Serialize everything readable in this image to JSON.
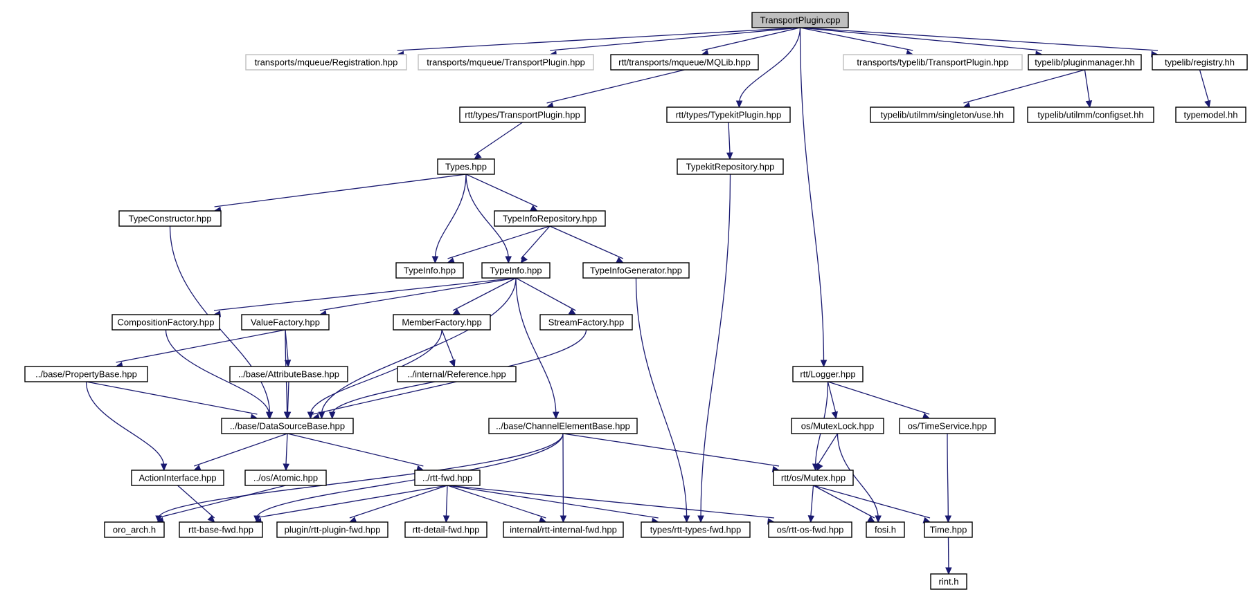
{
  "graph": {
    "title": "TransportPlugin.cpp",
    "colors": {
      "edge": "#191970",
      "node_border": "#000000",
      "node_border_external": "#bfbfbf",
      "root_fill": "#bfbfbf",
      "node_fill": "#ffffff",
      "external_text": "#555555"
    },
    "nodes": [
      {
        "id": "root",
        "label": "TransportPlugin.cpp",
        "kind": "root"
      },
      {
        "id": "mq_reg",
        "label": "transports/mqueue/Registration.hpp",
        "kind": "external"
      },
      {
        "id": "mq_tp",
        "label": "transports/mqueue/TransportPlugin.hpp",
        "kind": "external"
      },
      {
        "id": "mqlib",
        "label": "rtt/transports/mqueue/MQLib.hpp",
        "kind": "normal"
      },
      {
        "id": "tl_tp",
        "label": "transports/typelib/TransportPlugin.hpp",
        "kind": "external"
      },
      {
        "id": "pluginmgr",
        "label": "typelib/pluginmanager.hh",
        "kind": "normal"
      },
      {
        "id": "registry",
        "label": "typelib/registry.hh",
        "kind": "normal"
      },
      {
        "id": "types_tp",
        "label": "rtt/types/TransportPlugin.hpp",
        "kind": "normal"
      },
      {
        "id": "tk_plugin",
        "label": "rtt/types/TypekitPlugin.hpp",
        "kind": "normal"
      },
      {
        "id": "singleton",
        "label": "typelib/utilmm/singleton/use.hh",
        "kind": "normal"
      },
      {
        "id": "configset",
        "label": "typelib/utilmm/configset.hh",
        "kind": "normal"
      },
      {
        "id": "typemodel",
        "label": "typemodel.hh",
        "kind": "normal"
      },
      {
        "id": "types",
        "label": "Types.hpp",
        "kind": "normal"
      },
      {
        "id": "tk_repo",
        "label": "TypekitRepository.hpp",
        "kind": "normal"
      },
      {
        "id": "typector",
        "label": "TypeConstructor.hpp",
        "kind": "normal"
      },
      {
        "id": "ti_repo",
        "label": "TypeInfoRepository.hpp",
        "kind": "normal"
      },
      {
        "id": "typeinfo1",
        "label": "TypeInfo.hpp",
        "kind": "normal"
      },
      {
        "id": "typeinfo2",
        "label": "TypeInfo.hpp",
        "kind": "normal"
      },
      {
        "id": "ti_gen",
        "label": "TypeInfoGenerator.hpp",
        "kind": "normal"
      },
      {
        "id": "compfac",
        "label": "CompositionFactory.hpp",
        "kind": "normal"
      },
      {
        "id": "valfac",
        "label": "ValueFactory.hpp",
        "kind": "normal"
      },
      {
        "id": "memfac",
        "label": "MemberFactory.hpp",
        "kind": "normal"
      },
      {
        "id": "strfac",
        "label": "StreamFactory.hpp",
        "kind": "normal"
      },
      {
        "id": "logger",
        "label": "rtt/Logger.hpp",
        "kind": "normal"
      },
      {
        "id": "propbase",
        "label": "../base/PropertyBase.hpp",
        "kind": "normal"
      },
      {
        "id": "attrbase",
        "label": "../base/AttributeBase.hpp",
        "kind": "normal"
      },
      {
        "id": "reference",
        "label": "../internal/Reference.hpp",
        "kind": "normal"
      },
      {
        "id": "dsbase",
        "label": "../base/DataSourceBase.hpp",
        "kind": "normal"
      },
      {
        "id": "chanbase",
        "label": "../base/ChannelElementBase.hpp",
        "kind": "normal"
      },
      {
        "id": "mutexlock",
        "label": "os/MutexLock.hpp",
        "kind": "normal"
      },
      {
        "id": "timeservice",
        "label": "os/TimeService.hpp",
        "kind": "normal"
      },
      {
        "id": "actioniface",
        "label": "ActionInterface.hpp",
        "kind": "normal"
      },
      {
        "id": "atomic",
        "label": "../os/Atomic.hpp",
        "kind": "normal"
      },
      {
        "id": "rttfwd",
        "label": "../rtt-fwd.hpp",
        "kind": "normal"
      },
      {
        "id": "mutex",
        "label": "rtt/os/Mutex.hpp",
        "kind": "normal"
      },
      {
        "id": "oroarch",
        "label": "oro_arch.h",
        "kind": "normal"
      },
      {
        "id": "basefwd",
        "label": "rtt-base-fwd.hpp",
        "kind": "normal"
      },
      {
        "id": "pluginfwd",
        "label": "plugin/rtt-plugin-fwd.hpp",
        "kind": "normal"
      },
      {
        "id": "detailfwd",
        "label": "rtt-detail-fwd.hpp",
        "kind": "normal"
      },
      {
        "id": "internalfwd",
        "label": "internal/rtt-internal-fwd.hpp",
        "kind": "normal"
      },
      {
        "id": "typesfwd",
        "label": "types/rtt-types-fwd.hpp",
        "kind": "normal"
      },
      {
        "id": "osfwd",
        "label": "os/rtt-os-fwd.hpp",
        "kind": "normal"
      },
      {
        "id": "fosi",
        "label": "fosi.h",
        "kind": "normal"
      },
      {
        "id": "time",
        "label": "Time.hpp",
        "kind": "normal"
      },
      {
        "id": "rint",
        "label": "rint.h",
        "kind": "normal"
      }
    ],
    "edges": [
      [
        "root",
        "mq_reg"
      ],
      [
        "root",
        "mq_tp"
      ],
      [
        "root",
        "mqlib"
      ],
      [
        "root",
        "tk_plugin"
      ],
      [
        "root",
        "logger"
      ],
      [
        "root",
        "tl_tp"
      ],
      [
        "root",
        "pluginmgr"
      ],
      [
        "root",
        "registry"
      ],
      [
        "mqlib",
        "types_tp"
      ],
      [
        "pluginmgr",
        "singleton"
      ],
      [
        "pluginmgr",
        "configset"
      ],
      [
        "registry",
        "typemodel"
      ],
      [
        "types_tp",
        "types"
      ],
      [
        "tk_plugin",
        "tk_repo"
      ],
      [
        "types",
        "typector"
      ],
      [
        "types",
        "ti_repo"
      ],
      [
        "types",
        "typeinfo1"
      ],
      [
        "types",
        "typeinfo2"
      ],
      [
        "ti_repo",
        "typeinfo1"
      ],
      [
        "ti_repo",
        "typeinfo2"
      ],
      [
        "ti_repo",
        "ti_gen"
      ],
      [
        "typector",
        "dsbase"
      ],
      [
        "tk_repo",
        "typesfwd"
      ],
      [
        "ti_gen",
        "typesfwd"
      ],
      [
        "typeinfo2",
        "compfac"
      ],
      [
        "typeinfo2",
        "valfac"
      ],
      [
        "typeinfo2",
        "memfac"
      ],
      [
        "typeinfo2",
        "strfac"
      ],
      [
        "typeinfo2",
        "chanbase"
      ],
      [
        "typeinfo2",
        "dsbase"
      ],
      [
        "compfac",
        "dsbase"
      ],
      [
        "valfac",
        "propbase"
      ],
      [
        "valfac",
        "attrbase"
      ],
      [
        "valfac",
        "dsbase"
      ],
      [
        "memfac",
        "reference"
      ],
      [
        "memfac",
        "dsbase"
      ],
      [
        "strfac",
        "dsbase"
      ],
      [
        "propbase",
        "dsbase"
      ],
      [
        "propbase",
        "actioniface"
      ],
      [
        "attrbase",
        "dsbase"
      ],
      [
        "reference",
        "dsbase"
      ],
      [
        "dsbase",
        "actioniface"
      ],
      [
        "dsbase",
        "atomic"
      ],
      [
        "dsbase",
        "rttfwd"
      ],
      [
        "chanbase",
        "oroarch"
      ],
      [
        "chanbase",
        "basefwd"
      ],
      [
        "chanbase",
        "internalfwd"
      ],
      [
        "chanbase",
        "mutex"
      ],
      [
        "logger",
        "mutexlock"
      ],
      [
        "logger",
        "mutex"
      ],
      [
        "logger",
        "timeservice"
      ],
      [
        "mutexlock",
        "mutex"
      ],
      [
        "mutexlock",
        "fosi"
      ],
      [
        "timeservice",
        "time"
      ],
      [
        "actioniface",
        "basefwd"
      ],
      [
        "atomic",
        "oroarch"
      ],
      [
        "rttfwd",
        "basefwd"
      ],
      [
        "rttfwd",
        "pluginfwd"
      ],
      [
        "rttfwd",
        "detailfwd"
      ],
      [
        "rttfwd",
        "internalfwd"
      ],
      [
        "rttfwd",
        "typesfwd"
      ],
      [
        "rttfwd",
        "osfwd"
      ],
      [
        "mutex",
        "osfwd"
      ],
      [
        "mutex",
        "fosi"
      ],
      [
        "mutex",
        "time"
      ],
      [
        "time",
        "rint"
      ]
    ]
  }
}
